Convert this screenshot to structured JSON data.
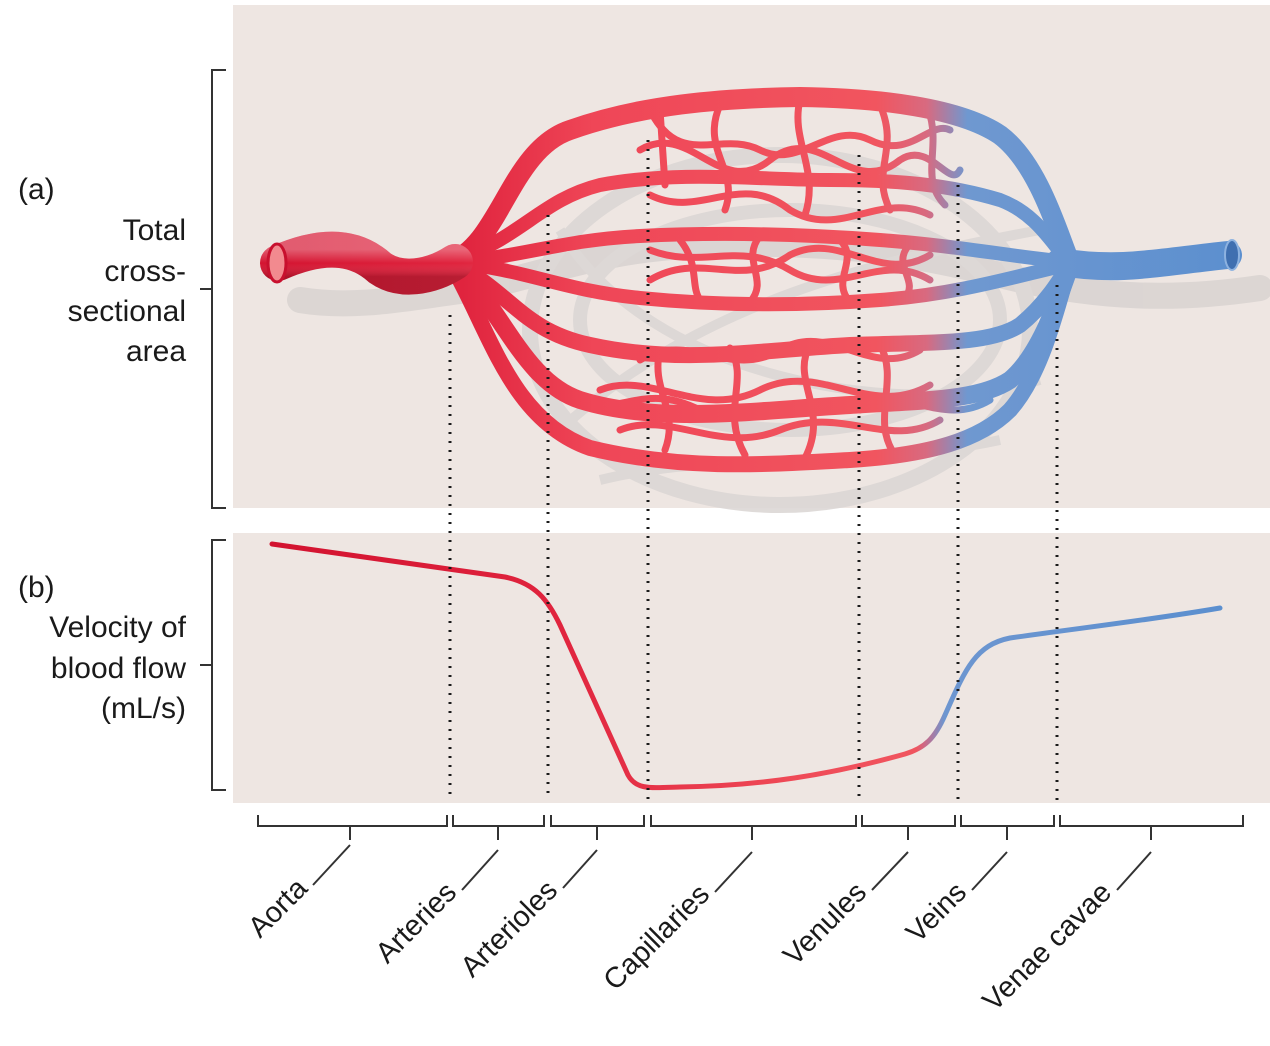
{
  "panel_a": {
    "label": "(a)",
    "ylabel_lines": [
      "Total",
      "cross-",
      "sectional",
      "area"
    ]
  },
  "panel_b": {
    "label": "(b)",
    "ylabel_lines": [
      "Velocity of",
      "blood flow",
      "(mL/s)"
    ]
  },
  "regions": [
    {
      "id": "aorta",
      "label": "Aorta"
    },
    {
      "id": "arteries",
      "label": "Arteries"
    },
    {
      "id": "arterioles",
      "label": "Arterioles"
    },
    {
      "id": "capillaries",
      "label": "Capillaries"
    },
    {
      "id": "venules",
      "label": "Venules"
    },
    {
      "id": "veins",
      "label": "Veins"
    },
    {
      "id": "venae-cavae",
      "label": "Venae cavae"
    }
  ],
  "colors": {
    "panel_bg": "#eee6e2",
    "artery": "#e0243e",
    "arteriole": "#f04a58",
    "capillary": "#f05560",
    "vein": "#6496d2",
    "shadow": "#d6d2d0",
    "axis": "#333333"
  }
}
